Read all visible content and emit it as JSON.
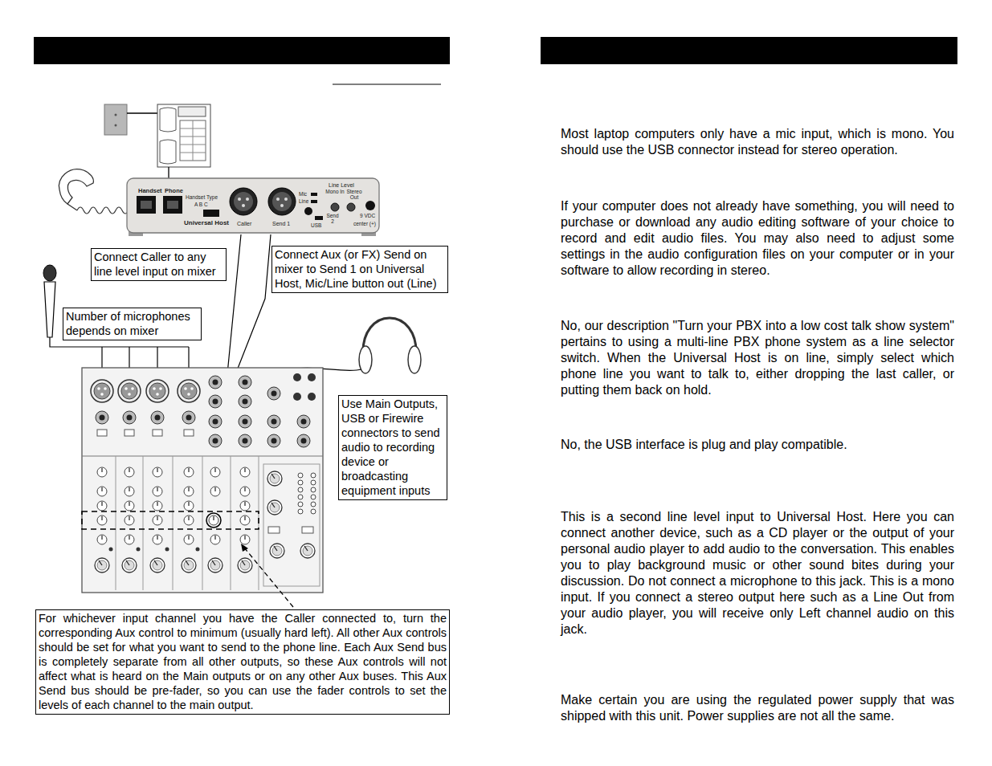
{
  "diagram": {
    "nodes": [
      {
        "text": [
          "Connect Caller to any line level input on mixer"
        ]
      },
      {
        "text": [
          "Connect Aux (or FX) Send on mixer to Send 1 on Universal Host, Mic/Line button out (Line)"
        ]
      },
      {
        "text": [
          "Number of microphones depends on mixer"
        ]
      },
      {
        "text": [
          "Use Main Outputs, USB or Firewire connectors to send audio to recording device or broadcasting equipment inputs"
        ]
      },
      {
        "text": [
          "For whichever input channel you have the Caller connected to, turn the corresponding Aux control to minimum (usually hard left). All other Aux controls should be set for what you want to send to the phone line. Each Aux Send bus is completely separate from all other outputs, so these Aux controls will not affect what is heard on the Main outputs or on any other Aux buses. This Aux Send bus should be pre-fader, so you can use the fader controls to set the levels of each channel to the main output."
        ]
      }
    ],
    "labels": [
      "Handset",
      "Phone",
      "Handset Type",
      "A B C",
      "Universal Host",
      "Caller",
      "Send 1",
      "Mic",
      "Line",
      "Line Level",
      "Mono In",
      "Stereo Out",
      "USB",
      "Send 2",
      "9 VDC",
      "center (+)",
      "Most laptop computers only have a mic input, which is mono. You should use the USB connector instead for stereo operation.",
      "If your computer does not already have something, you will need to purchase or download any audio editing software of your choice to record and edit audio files. You may also need to adjust some settings in the audio configuration files on your computer or in your software to allow recording in stereo.",
      "No, our description \"Turn your PBX into a low cost talk show system\" pertains to using a multi-line PBX phone system as a line selector switch. When the Universal Host is on line, simply select which phone line you want to talk to, either dropping the last caller, or putting them back on hold.",
      "No, the USB interface is plug and play compatible.",
      "This is a second line level input to Universal Host. Here you can connect another device, such as a CD player or the output of your personal audio player to add audio to the conversation. This enables you to play background music or other sound bites during your discussion. Do not connect a microphone to this jack. This is a mono input. If you connect a stereo output here such as a Line Out from your audio player, you will receive only Left channel audio on this jack.",
      "Make certain you are using the regulated power supply that was shipped with this unit. Power supplies are not all the same."
    ]
  }
}
